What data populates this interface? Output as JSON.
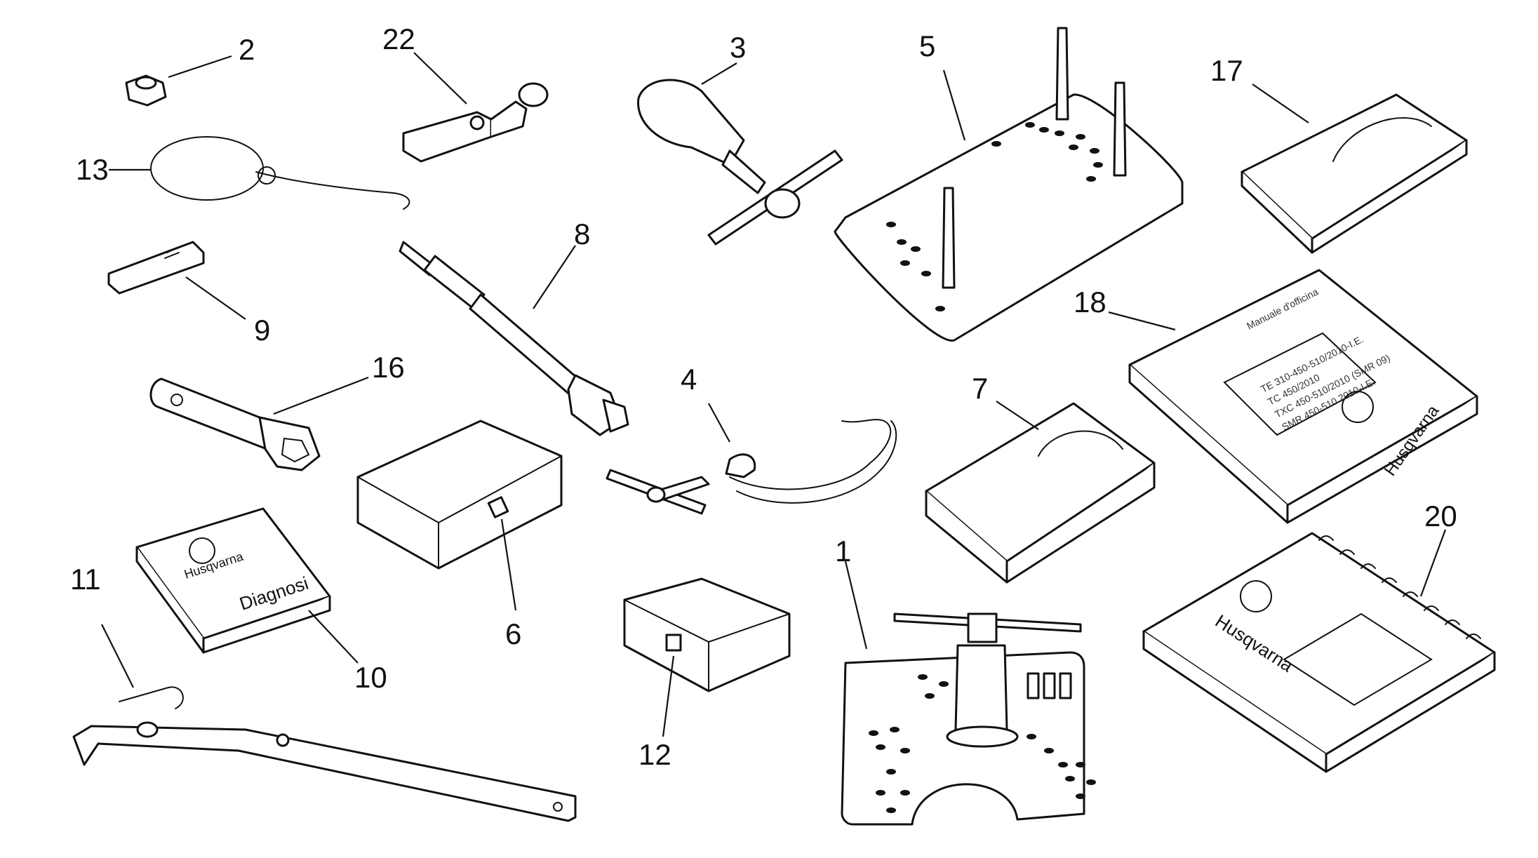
{
  "callouts": [
    {
      "id": "1",
      "label": "1"
    },
    {
      "id": "2",
      "label": "2"
    },
    {
      "id": "3",
      "label": "3"
    },
    {
      "id": "4",
      "label": "4"
    },
    {
      "id": "5",
      "label": "5"
    },
    {
      "id": "6",
      "label": "6"
    },
    {
      "id": "7",
      "label": "7"
    },
    {
      "id": "8",
      "label": "8"
    },
    {
      "id": "9",
      "label": "9"
    },
    {
      "id": "10",
      "label": "10"
    },
    {
      "id": "11",
      "label": "11"
    },
    {
      "id": "12",
      "label": "12"
    },
    {
      "id": "13",
      "label": "13"
    },
    {
      "id": "16",
      "label": "16"
    },
    {
      "id": "17",
      "label": "17"
    },
    {
      "id": "18",
      "label": "18"
    },
    {
      "id": "20",
      "label": "20"
    },
    {
      "id": "22",
      "label": "22"
    }
  ],
  "book_texts": {
    "diagnosi_title": "Diagnosi",
    "brand": "Husqvarna",
    "manual_heading": "Manuale d'officina",
    "manual_lines": [
      "TE 310-450-510/2010-I.E.",
      "TC 450/2010",
      "TXC 450-510/2010 (SMR 09)",
      "SMR 450-510 2010-I.E."
    ]
  },
  "colors": {
    "ink": "#111111",
    "paper": "#ffffff"
  }
}
